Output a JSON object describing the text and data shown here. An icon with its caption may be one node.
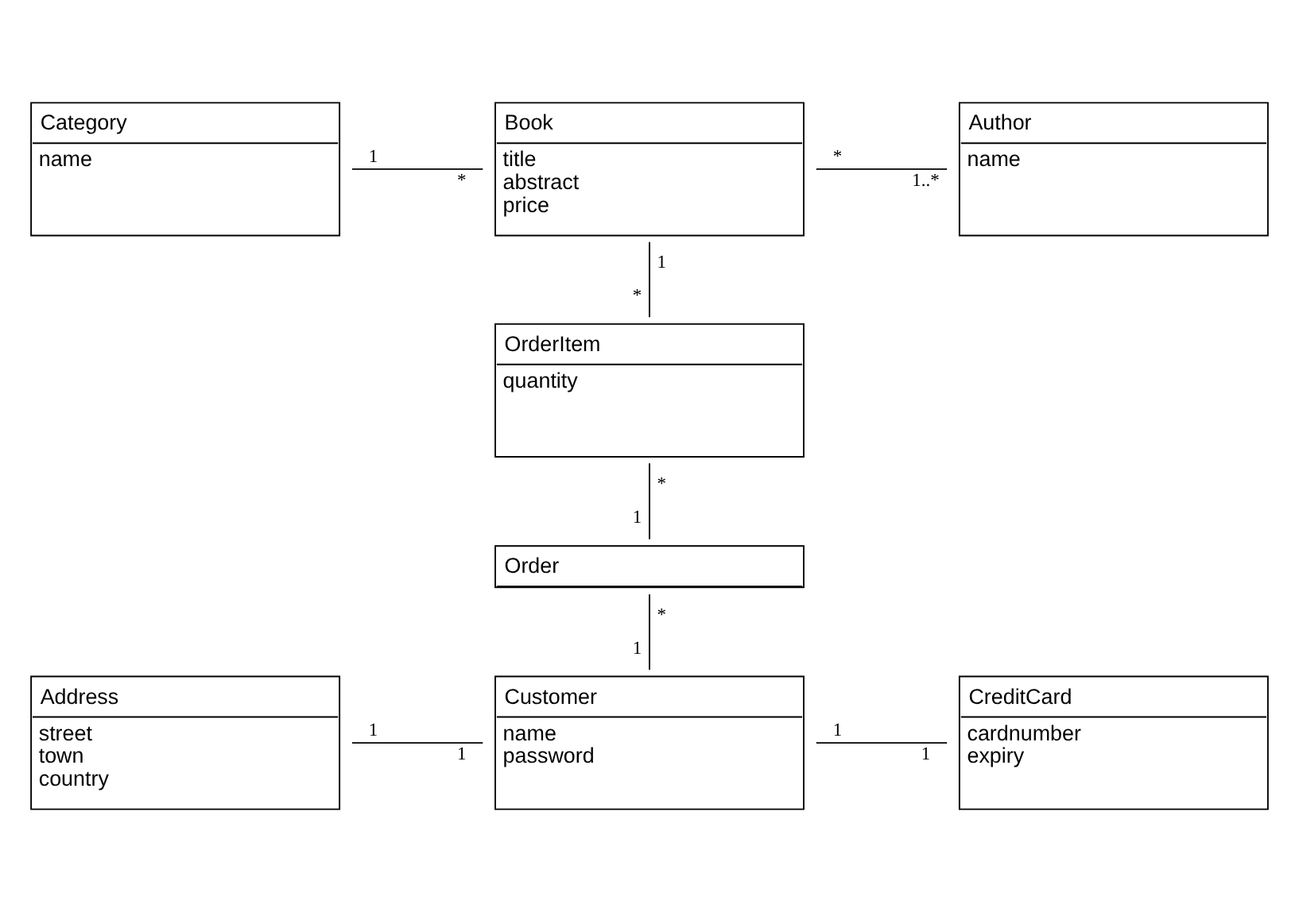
{
  "diagram": {
    "nodes": [
      {
        "text": [
          "Category",
          "name"
        ]
      },
      {
        "text": [
          "Book",
          "title",
          "abstract",
          "price"
        ]
      },
      {
        "text": [
          "Author",
          "name"
        ]
      },
      {
        "text": [
          "OrderItem",
          "quantity"
        ]
      },
      {
        "text": [
          "Order"
        ]
      },
      {
        "text": [
          "Address",
          "street",
          "town",
          "country"
        ]
      },
      {
        "text": [
          "Customer",
          "name",
          "password"
        ]
      },
      {
        "text": [
          "CreditCard",
          "cardnumber",
          "expiry"
        ]
      }
    ],
    "edges": [
      {
        "from": 0,
        "to": 1,
        "arrow": "none"
      },
      {
        "from": 1,
        "to": 2,
        "arrow": "none"
      },
      {
        "from": 1,
        "to": 3,
        "arrow": "none"
      },
      {
        "from": 3,
        "to": 4,
        "arrow": "none"
      },
      {
        "from": 4,
        "to": 6,
        "arrow": "none"
      },
      {
        "from": 5,
        "to": 6,
        "arrow": "none"
      },
      {
        "from": 6,
        "to": 7,
        "arrow": "none"
      }
    ],
    "labels": [
      "1",
      "*",
      "*",
      "1..*",
      "1",
      "*",
      "*",
      "1",
      "*",
      "1",
      "1",
      "1",
      "1",
      "1"
    ]
  }
}
